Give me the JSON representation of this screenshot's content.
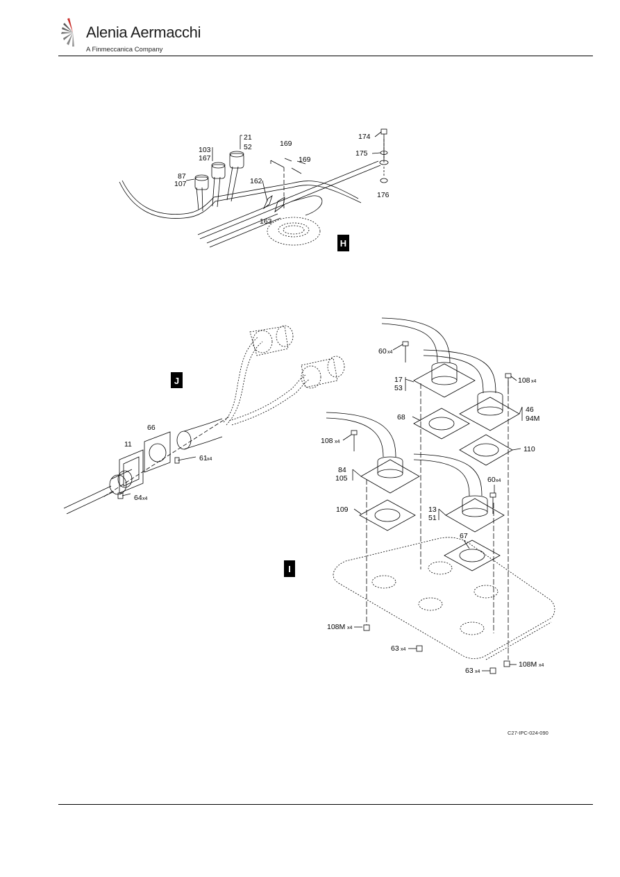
{
  "header": {
    "brand_name": "Alenia Aermacchi",
    "brand_sub": "A Finmeccanica Company"
  },
  "figure_code": "C27-IPC-024-090",
  "views": {
    "H": "H",
    "J": "J",
    "I": "I"
  },
  "callouts": {
    "c21": "21",
    "c52": "52",
    "c103": "103",
    "c167": "167",
    "c87": "87",
    "c107": "107",
    "c169a": "169",
    "c169b": "169",
    "c162": "162",
    "c163": "163",
    "c174": "174",
    "c175": "175",
    "c176": "176",
    "c66": "66",
    "c11": "11",
    "c61": "61",
    "c64": "64",
    "c60a": "60",
    "c17": "17",
    "c53": "53",
    "c108a": "108",
    "c46": "46",
    "c94M": "94M",
    "c68": "68",
    "c108b": "108",
    "c110": "110",
    "c84": "84",
    "c105": "105",
    "c60b": "60",
    "c13": "13",
    "c51": "51",
    "c109": "109",
    "c67": "67",
    "c108Ma": "108M",
    "c63a": "63",
    "c63b": "63",
    "c108Mb": "108M"
  },
  "qty": {
    "x4": "x4"
  }
}
